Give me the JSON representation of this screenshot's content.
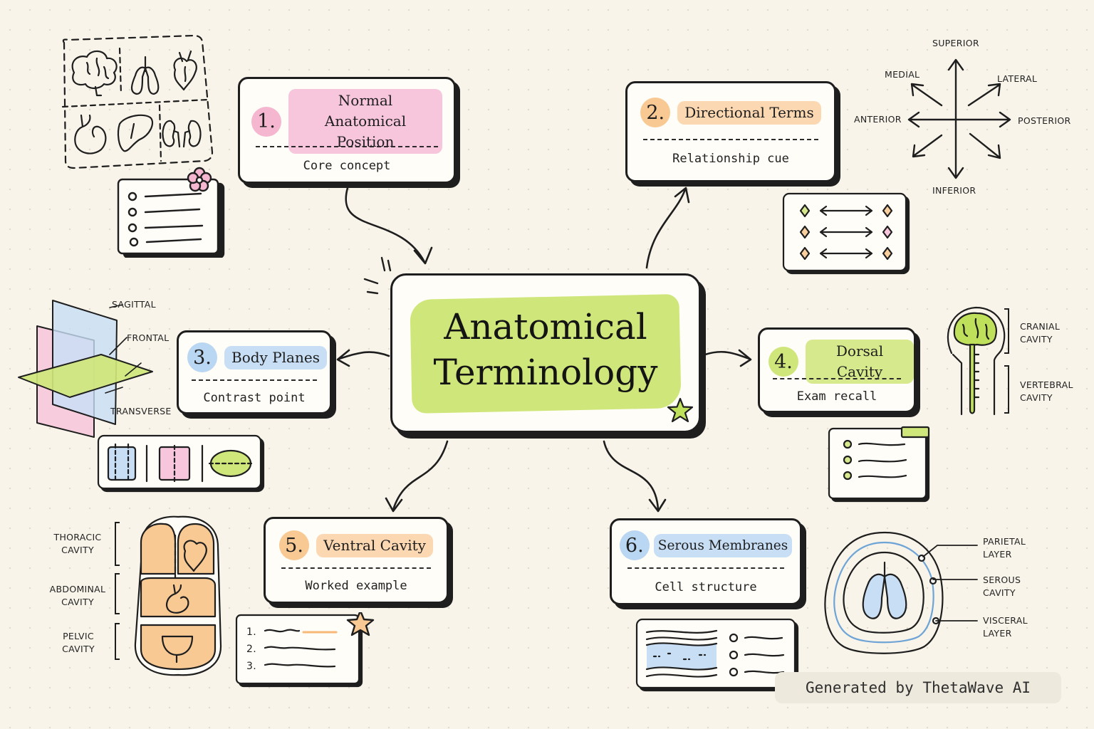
{
  "title": "Anatomical Terminology",
  "topics": [
    {
      "number": "1.",
      "title": "Normal Anatomical Position",
      "subtitle": "Core concept"
    },
    {
      "number": "2.",
      "title": "Directional Terms",
      "subtitle": "Relationship cue"
    },
    {
      "number": "3.",
      "title": "Body Planes",
      "subtitle": "Contrast point"
    },
    {
      "number": "4.",
      "title": "Dorsal Cavity",
      "subtitle": "Exam recall"
    },
    {
      "number": "5.",
      "title": "Ventral Cavity",
      "subtitle": "Worked example"
    },
    {
      "number": "6.",
      "title": "Serous Membranes",
      "subtitle": "Cell structure"
    }
  ],
  "directions": {
    "superior": "SUPERIOR",
    "inferior": "INFERIOR",
    "medial": "MEDIAL",
    "lateral": "LATERAL",
    "anterior": "ANTERIOR",
    "posterior": "POSTERIOR"
  },
  "planes": {
    "sagittal": "SAGITTAL",
    "frontal": "FRONTAL",
    "transverse": "TRANSVERSE"
  },
  "dorsal_labels": {
    "cranial": "CRANIAL CAVITY",
    "vertebral": "VERTEBRAL CAVITY"
  },
  "ventral_labels": {
    "thoracic": "THORACIC CAVITY",
    "abdominal": "ABDOMINAL CAVITY",
    "pelvic": "PELVIC CAVITY"
  },
  "serous_labels": {
    "parietal": "PARIETAL LAYER",
    "serous": "SEROUS CAVITY",
    "visceral": "VISCERAL LAYER"
  },
  "worked_list": [
    "1.",
    "2.",
    "3."
  ],
  "watermark": "Generated by ThetaWave AI",
  "colors": {
    "pink": "#f7c6dc",
    "peach": "#fbd8b2",
    "blue": "#c7def5",
    "lime": "#d6ea8d",
    "orange": "#f9cf9e",
    "ink": "#1e1e1e"
  },
  "icons": [
    "brain-icon",
    "lungs-icon",
    "heart-icon",
    "stomach-icon",
    "liver-icon",
    "kidneys-icon",
    "flower-icon",
    "star-icon"
  ]
}
